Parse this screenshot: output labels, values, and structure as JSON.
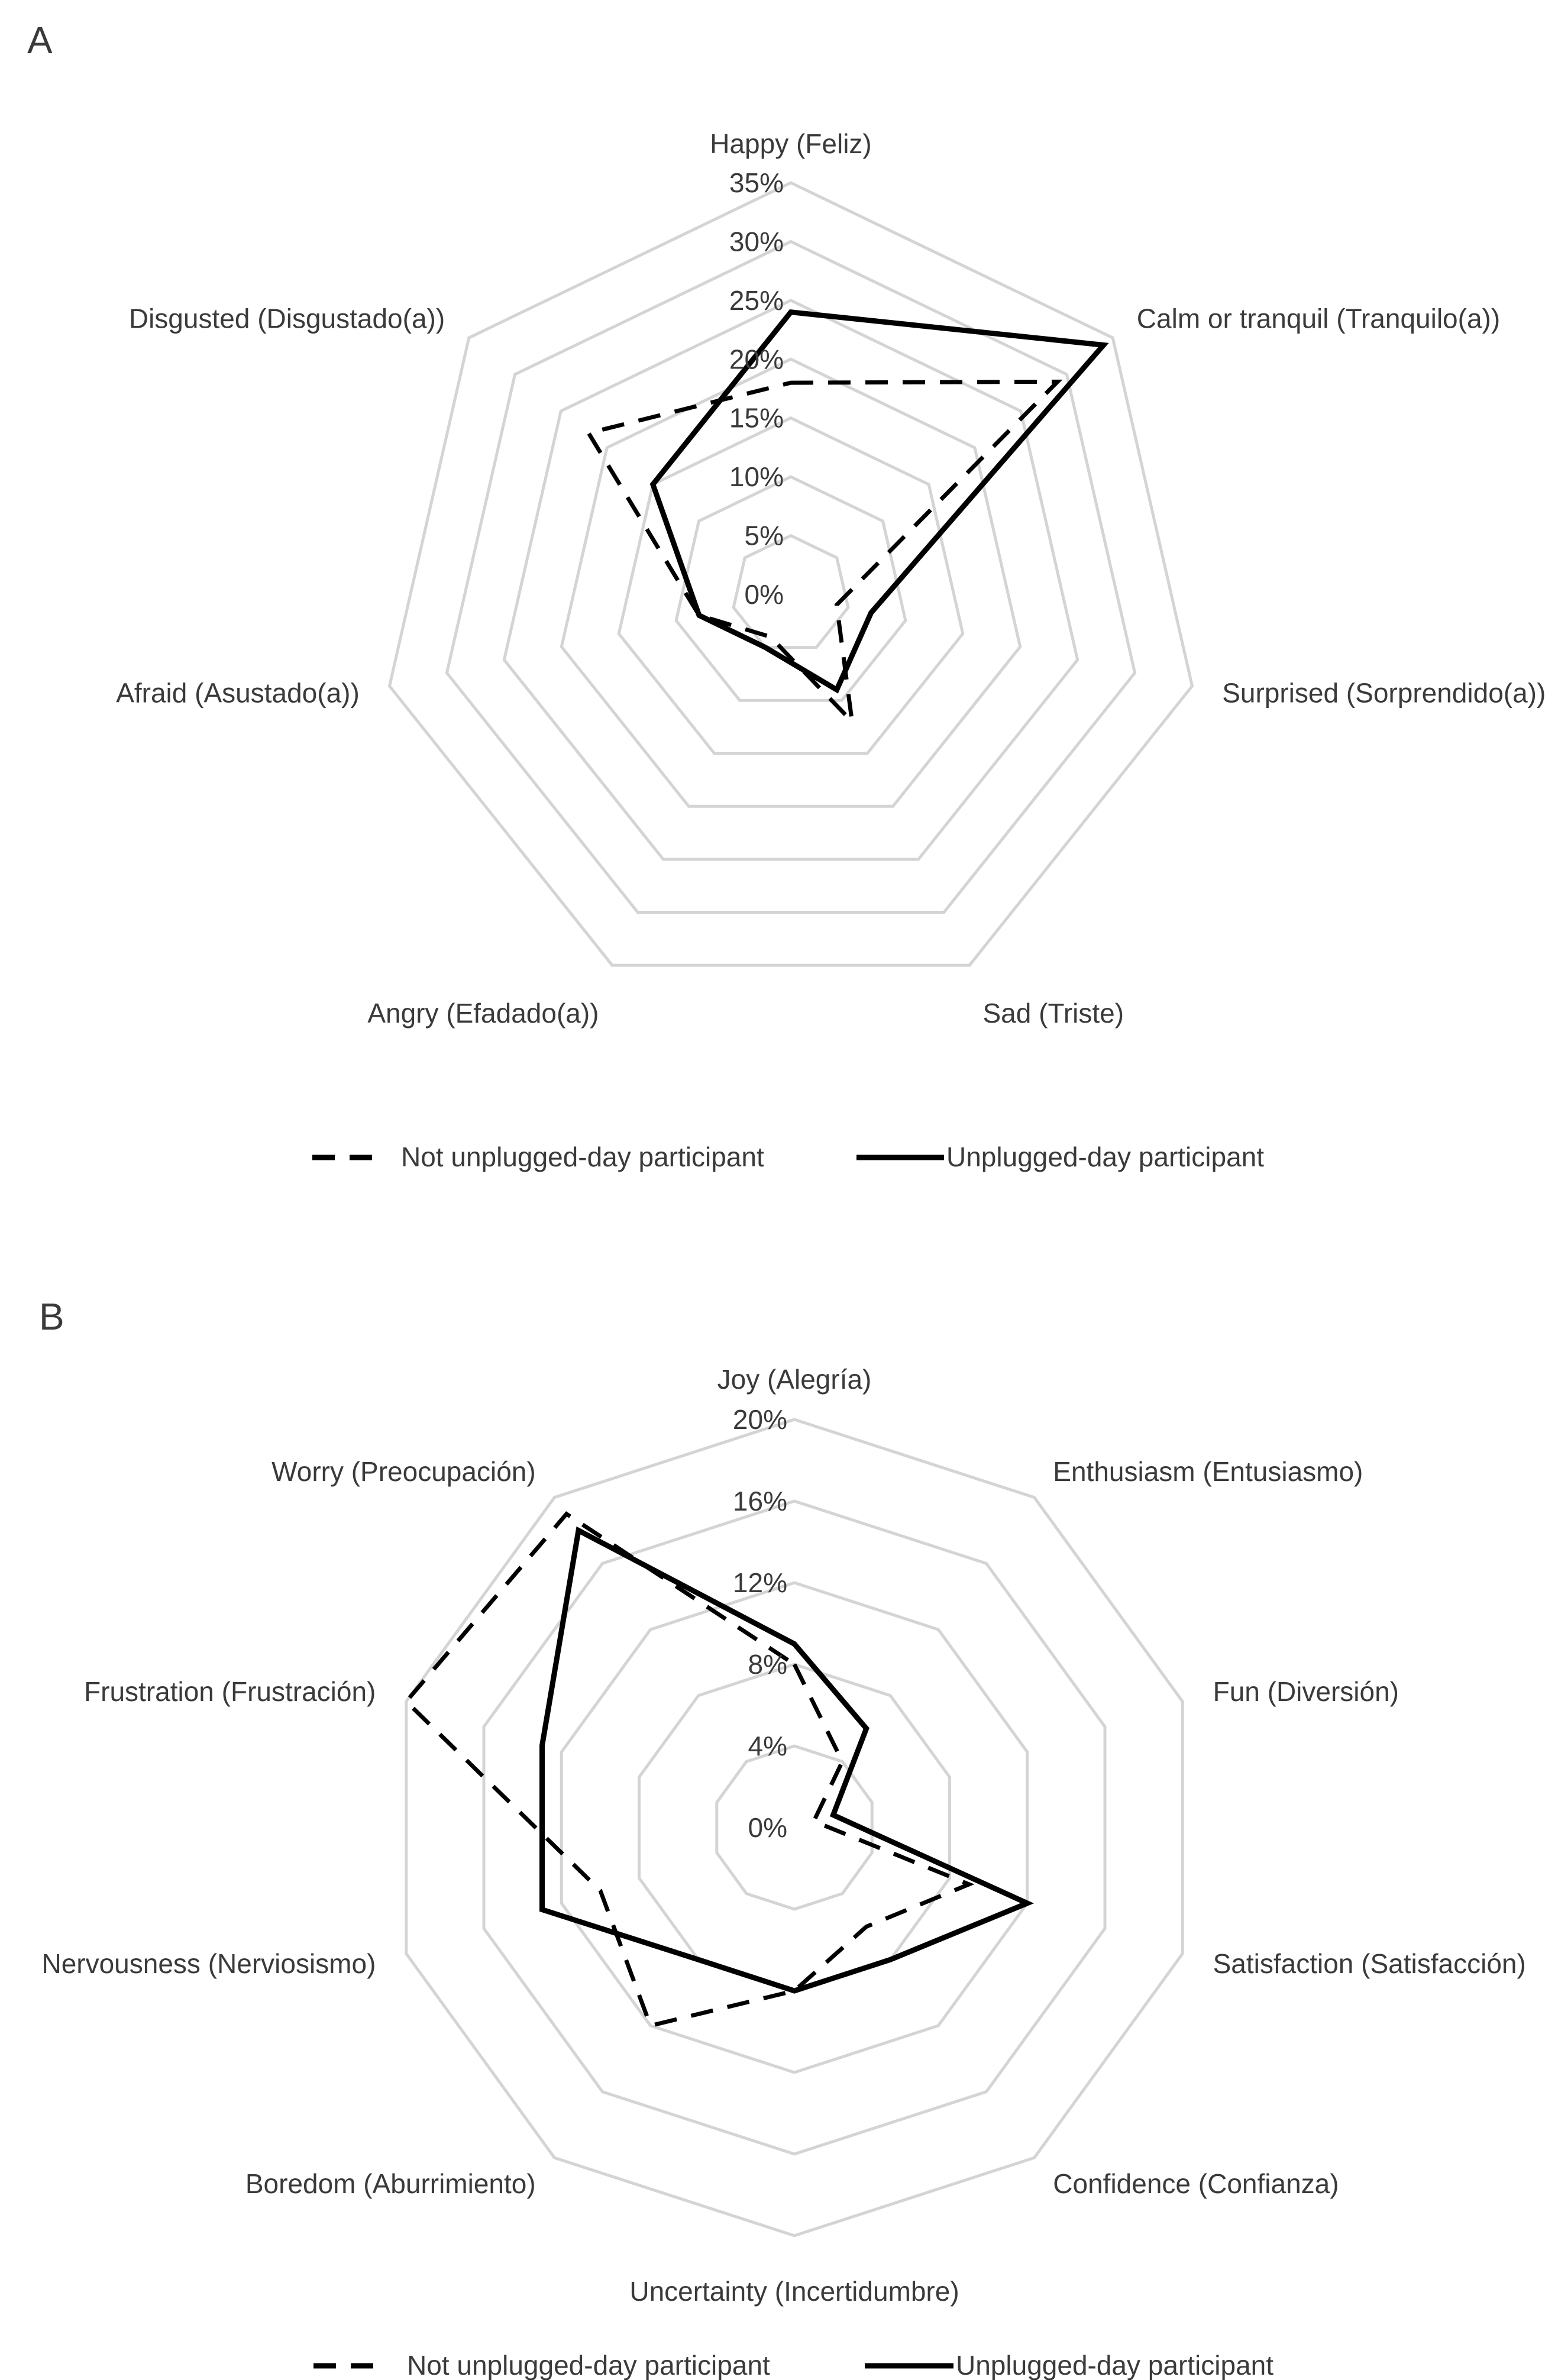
{
  "chart_data": [
    {
      "type": "radar",
      "panel": "A",
      "categories": [
        "Happy (Feliz)",
        "Calm or tranquil (Tranquilo(a))",
        "Surprised (Sorprendido(a))",
        "Sad (Triste)",
        "Angry (Efadado(a))",
        "Afraid (Asustado(a))",
        "Disgusted (Disgustado(a))"
      ],
      "ticks": [
        0,
        5,
        10,
        15,
        20,
        25,
        30,
        35
      ],
      "tick_labels": [
        "0%",
        "5%",
        "10%",
        "15%",
        "20%",
        "25%",
        "30%",
        "35%"
      ],
      "rmax": 35,
      "grid": true,
      "legend_position": "bottom",
      "series": [
        {
          "name": "Not unplugged-day participant",
          "style": "dashed",
          "values": [
            18,
            29,
            4,
            12,
            4,
            8,
            22
          ]
        },
        {
          "name": "Unplugged-day participant",
          "style": "solid",
          "values": [
            24,
            34,
            7,
            9,
            5,
            8,
            15
          ]
        }
      ]
    },
    {
      "type": "radar",
      "panel": "B",
      "categories": [
        "Joy (Alegría)",
        "Enthusiasm (Entusiasmo)",
        "Fun (Diversión)",
        "Satisfaction (Satisfacción)",
        "Confidence (Confianza)",
        "Uncertainty (Incertidumbre)",
        "Boredom (Aburrimiento)",
        "Nervousness (Nerviosismo)",
        "Frustration (Frustración)",
        "Worry (Preocupación)"
      ],
      "ticks": [
        0,
        4,
        8,
        12,
        16,
        20
      ],
      "tick_labels": [
        "0%",
        "4%",
        "8%",
        "12%",
        "16%",
        "20%"
      ],
      "rmax": 20,
      "grid": true,
      "legend_position": "bottom",
      "series": [
        {
          "name": "Not unplugged-day participant",
          "style": "dashed",
          "values": [
            8,
            4,
            1,
            9,
            6,
            8,
            12,
            10,
            20,
            19
          ]
        },
        {
          "name": "Unplugged-day participant",
          "style": "solid",
          "values": [
            9,
            6,
            2,
            12,
            8,
            8,
            8,
            13,
            13,
            18
          ]
        }
      ]
    }
  ],
  "legend": {
    "dashed_label": "Not unplugged-day participant",
    "solid_label": "Unplugged-day participant"
  }
}
